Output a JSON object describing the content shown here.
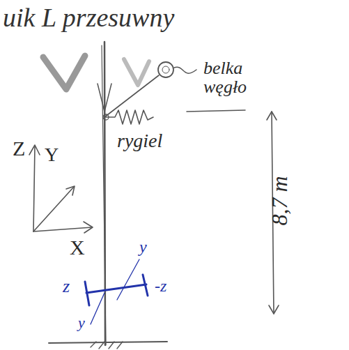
{
  "diagram": {
    "title": "uik L przesuwny",
    "labels": [
      "belka węgło",
      "rygiel",
      "Z",
      "Y",
      "X",
      "8,7 m",
      "y",
      "z",
      "-z",
      "y"
    ]
  }
}
